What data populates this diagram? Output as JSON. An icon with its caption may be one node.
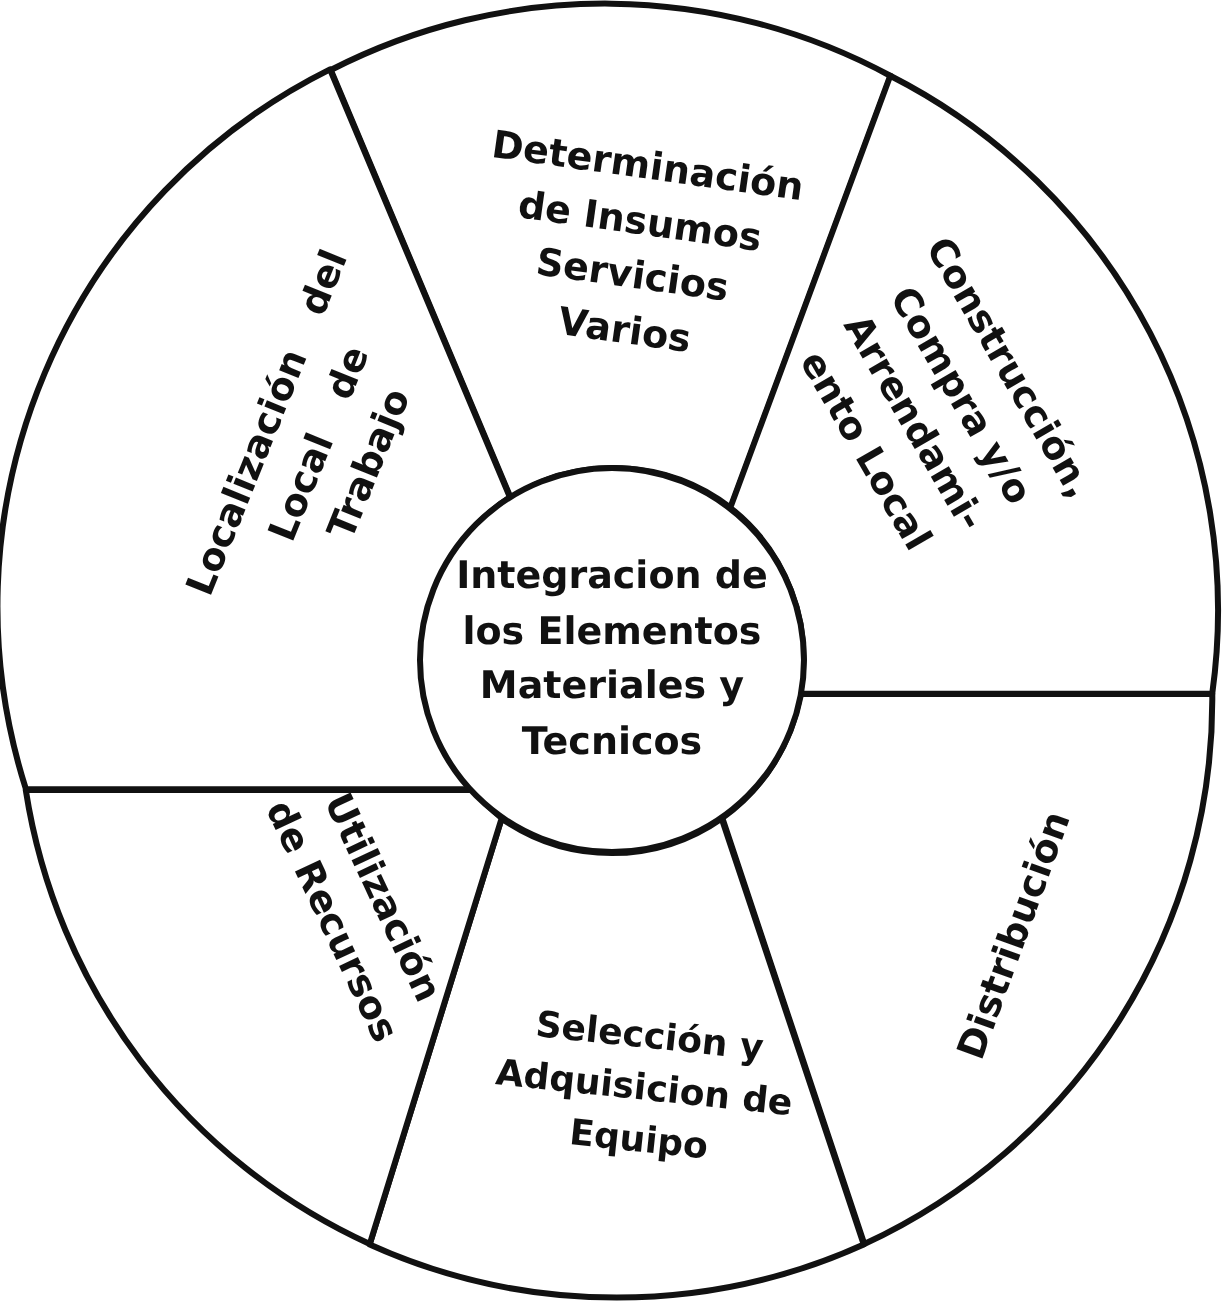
{
  "diagram": {
    "nodes": [
      {
        "text": [
          "Determinación de Insumos Servicios Varios"
        ]
      },
      {
        "text": [
          "Construcción, Compra y/o Arrendami- ento Local"
        ]
      },
      {
        "text": [
          "Distribución"
        ]
      },
      {
        "text": [
          "Selección y Adquisicion de Equipo"
        ]
      },
      {
        "text": [
          "Utilización de Recursos"
        ]
      },
      {
        "text": [
          "Localización del Local de Trabajo"
        ]
      },
      {
        "text": [
          "Integracion de los Elementos Materiales y Tecnicos"
        ]
      }
    ]
  }
}
